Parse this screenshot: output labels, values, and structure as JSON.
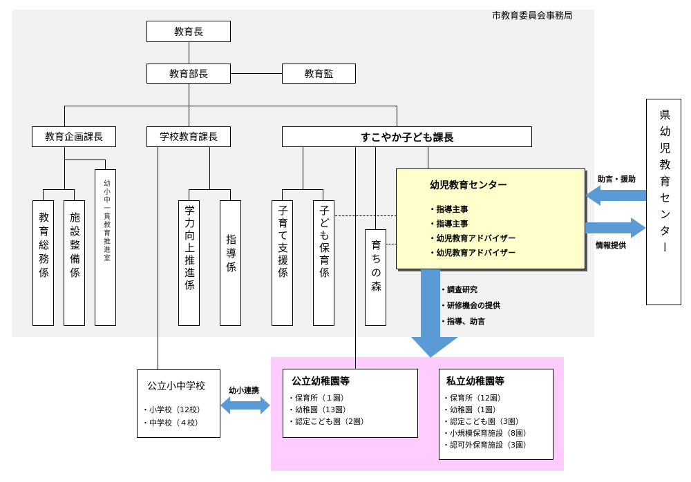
{
  "colors": {
    "office_bg": "#f2f2f2",
    "kinder_bg": "#ffccff",
    "center_bg": "#ffffcc",
    "arrow": "#5b9bd5"
  },
  "office_label": "市教育委員会事務局",
  "superintendent": "教育長",
  "education_director": "教育部長",
  "supervisor": "教育監",
  "planning_chief": "教育企画課長",
  "school_edu_chief": "学校教育課長",
  "sukoyaka_chief": "すこやか子ども課長",
  "general_affairs": "教育総務係",
  "facility_maintenance": "施設整備係",
  "kindergarten_primary_office": "幼小中一貫教育推進室",
  "academic_improvement": "学力向上推進係",
  "guidance_section": "指導係",
  "childcare_support": "子育て支援係",
  "child_nursery": "子ども保育係",
  "sodachi_mori": "育ちの森",
  "center": {
    "title": "幼児教育センター",
    "staff": [
      "・指導主事",
      "・指導主事",
      "・幼児教育アドバイザー",
      "・幼児教育アドバイザー"
    ]
  },
  "center_functions": [
    "・調査研究",
    "・研修機会の提供",
    "・指導、助言"
  ],
  "prefecture_center": "県幼児教育センター",
  "advice_support": "助言・援助",
  "info_provision": "情報提供",
  "public_schools": {
    "title": "公立小中学校",
    "items": [
      "・小学校（12校）",
      "・中学校（４校）"
    ]
  },
  "kinder_primary_link": "幼小連携",
  "public_kinder": {
    "title": "公立幼稚園等",
    "items": [
      "・保育所（１園）",
      "・幼稚園（13園）",
      "・認定こども園（2園）"
    ]
  },
  "private_kinder": {
    "title": "私立幼稚園等",
    "items": [
      "・保育所（12園）",
      "・幼稚園（1園）",
      "・認定こども園（3園）",
      "・小規模保育施設（8園）",
      "・認可外保育施設（3園）"
    ]
  }
}
